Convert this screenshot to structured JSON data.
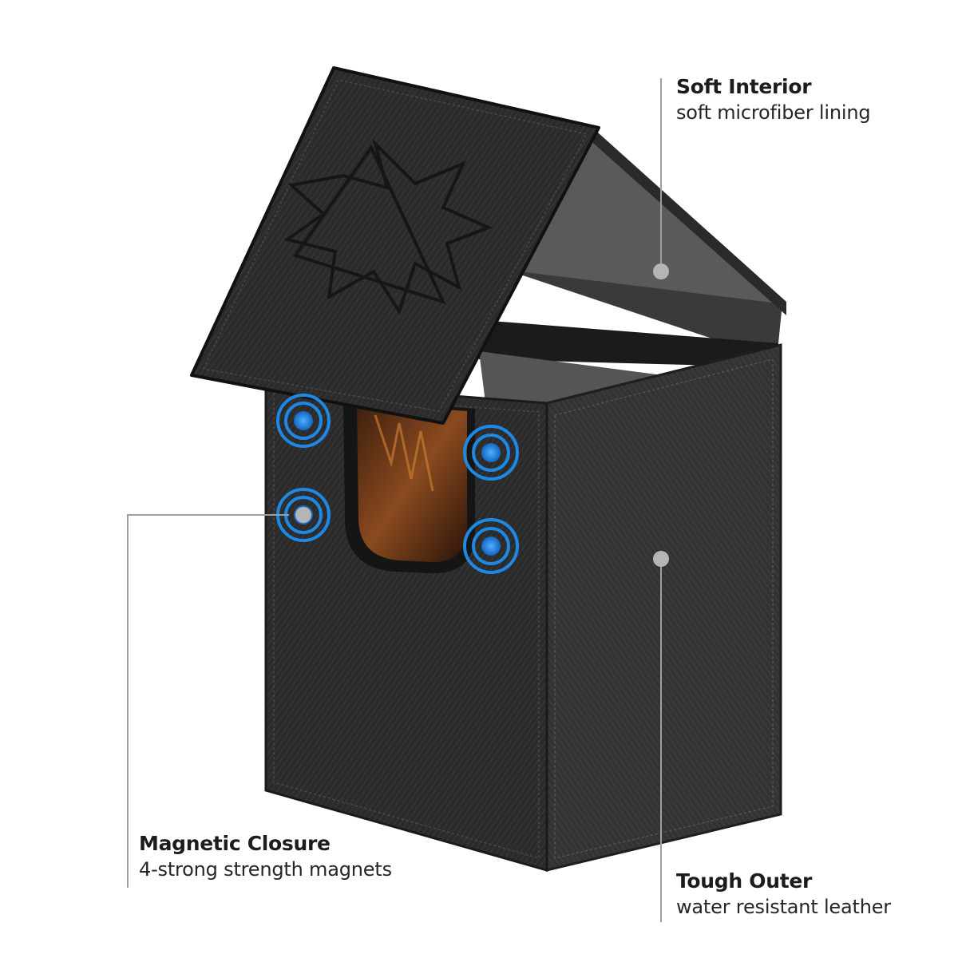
{
  "callouts": {
    "soft_interior": {
      "title": "Soft Interior",
      "subtitle": "soft microfiber lining"
    },
    "magnetic_closure": {
      "title": "Magnetic Closure",
      "subtitle": "4-strong strength magnets"
    },
    "tough_outer": {
      "title": "Tough Outer",
      "subtitle": "water resistant leather"
    }
  },
  "colors": {
    "box_dark": "#2a2a2a",
    "magnet_blue": "#1e88e5",
    "callout_dot": "#b5b5b5",
    "callout_line": "#9e9e9e",
    "card_art": "#6b3a1e"
  },
  "icons": {
    "lid_emblem": "sun-triangle-emblem-icon"
  }
}
